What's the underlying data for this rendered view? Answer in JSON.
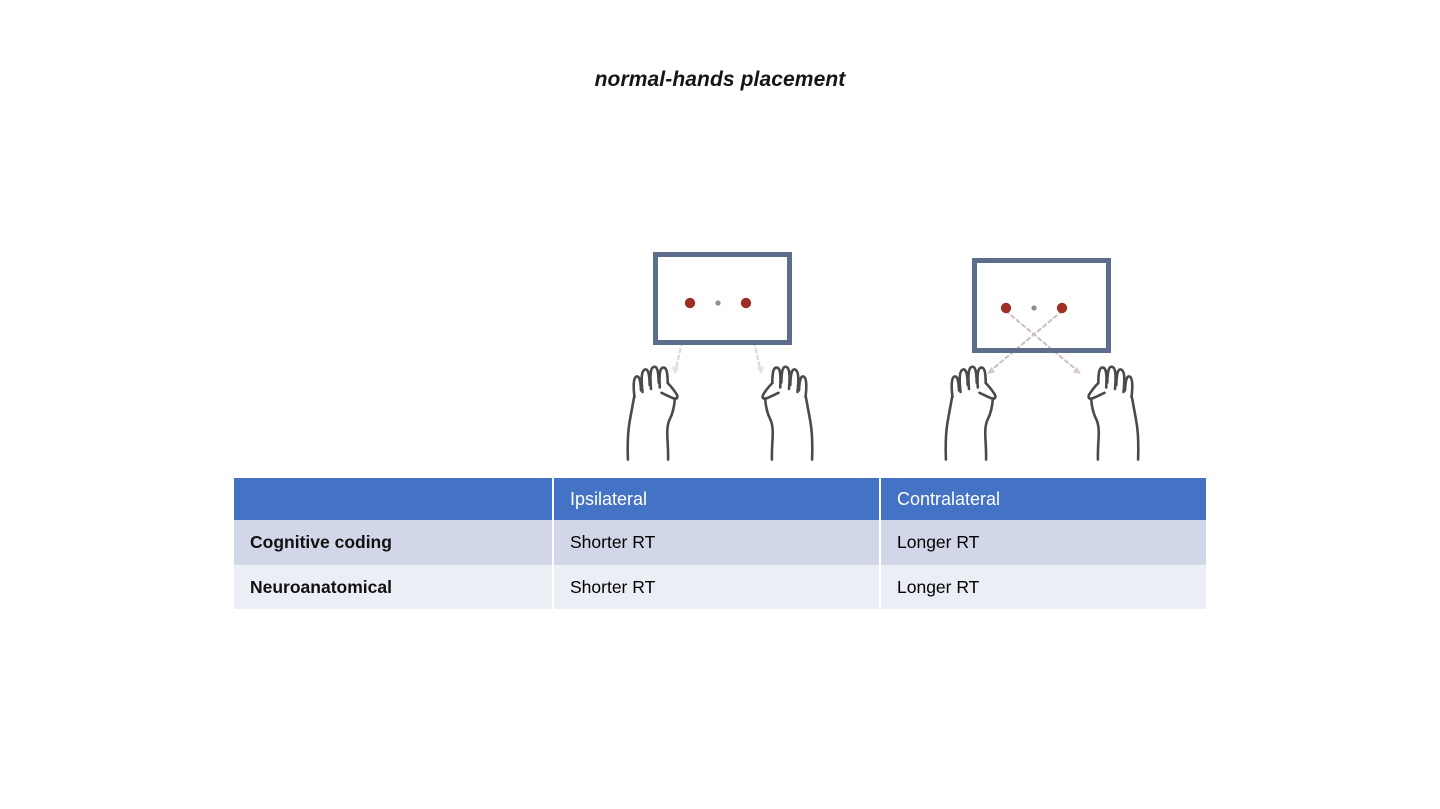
{
  "title": "normal-hands placement",
  "figure": {
    "panels": [
      {
        "key": "ipsilateral",
        "name": "ipsilateral-panel",
        "condition": "Ipsilateral",
        "mapping": "uncrossed",
        "screen": {
          "border_color": "#5c6e8c",
          "fill": "#ffffff"
        },
        "targets": [
          {
            "name": "left-target-dot",
            "color": "#9e2f25",
            "side": "left"
          },
          {
            "name": "right-target-dot",
            "color": "#9e2f25",
            "side": "right"
          }
        ],
        "fixation": {
          "name": "fixation-dot",
          "color": "#8a8a8a"
        },
        "arrows": [
          {
            "name": "arrow-left-to-left-hand",
            "from": "left-target-dot",
            "to": "left-hand",
            "style": "dashed",
            "color": "#d3d3d3"
          },
          {
            "name": "arrow-right-to-right-hand",
            "from": "right-target-dot",
            "to": "right-hand",
            "style": "dashed",
            "color": "#d3d3d3"
          }
        ],
        "hands": [
          {
            "name": "left-hand",
            "side": "left"
          },
          {
            "name": "right-hand",
            "side": "right"
          }
        ]
      },
      {
        "key": "contralateral",
        "name": "contralateral-panel",
        "condition": "Contralateral",
        "mapping": "crossed",
        "screen": {
          "border_color": "#5c6e8c",
          "fill": "#ffffff"
        },
        "targets": [
          {
            "name": "left-target-dot",
            "color": "#9e2f25",
            "side": "left"
          },
          {
            "name": "right-target-dot",
            "color": "#9e2f25",
            "side": "right"
          }
        ],
        "fixation": {
          "name": "fixation-dot",
          "color": "#8a8a8a"
        },
        "arrows": [
          {
            "name": "arrow-left-to-right-hand",
            "from": "left-target-dot",
            "to": "right-hand",
            "style": "dashed",
            "color": "#c9b9b9"
          },
          {
            "name": "arrow-right-to-left-hand",
            "from": "right-target-dot",
            "to": "left-hand",
            "style": "dashed",
            "color": "#c9b9b9"
          }
        ],
        "hands": [
          {
            "name": "left-hand",
            "side": "left"
          },
          {
            "name": "right-hand",
            "side": "right"
          }
        ]
      }
    ]
  },
  "table": {
    "headers": [
      "",
      "Ipsilateral",
      "Contralateral"
    ],
    "rows": [
      {
        "label": "Cognitive coding",
        "ipsilateral": "Shorter RT",
        "contralateral": "Longer RT"
      },
      {
        "label": "Neuroanatomical",
        "ipsilateral": "Shorter RT",
        "contralateral": "Longer RT"
      }
    ],
    "colors": {
      "header_bg": "#4472c4",
      "header_text": "#ffffff",
      "row_odd_bg": "#d2d6e9",
      "row_even_bg": "#eceef6"
    }
  }
}
